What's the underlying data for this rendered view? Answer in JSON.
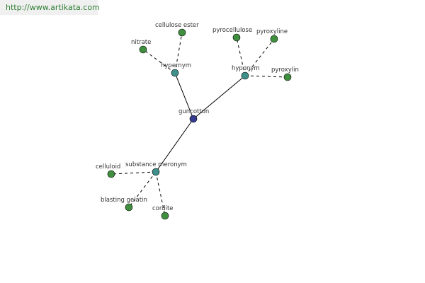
{
  "header": {
    "url": "http://www.artikata.com"
  },
  "colors": {
    "root": "#353c8f",
    "relation": "#3f8f8b",
    "leaf": "#3f8f3f"
  },
  "graph": {
    "root": "guncotton",
    "relations": [
      {
        "id": "hypernym",
        "label": "hypernym",
        "leaves": [
          "nitrate",
          "cellulose ester"
        ]
      },
      {
        "id": "hyponym",
        "label": "hyponym",
        "leaves": [
          "pyrocellulose",
          "pyroxyline",
          "pyroxylin"
        ]
      },
      {
        "id": "substance-meronym",
        "label": "substance meronym",
        "leaves": [
          "celluloid",
          "blasting gelatin",
          "cordite"
        ]
      }
    ]
  }
}
